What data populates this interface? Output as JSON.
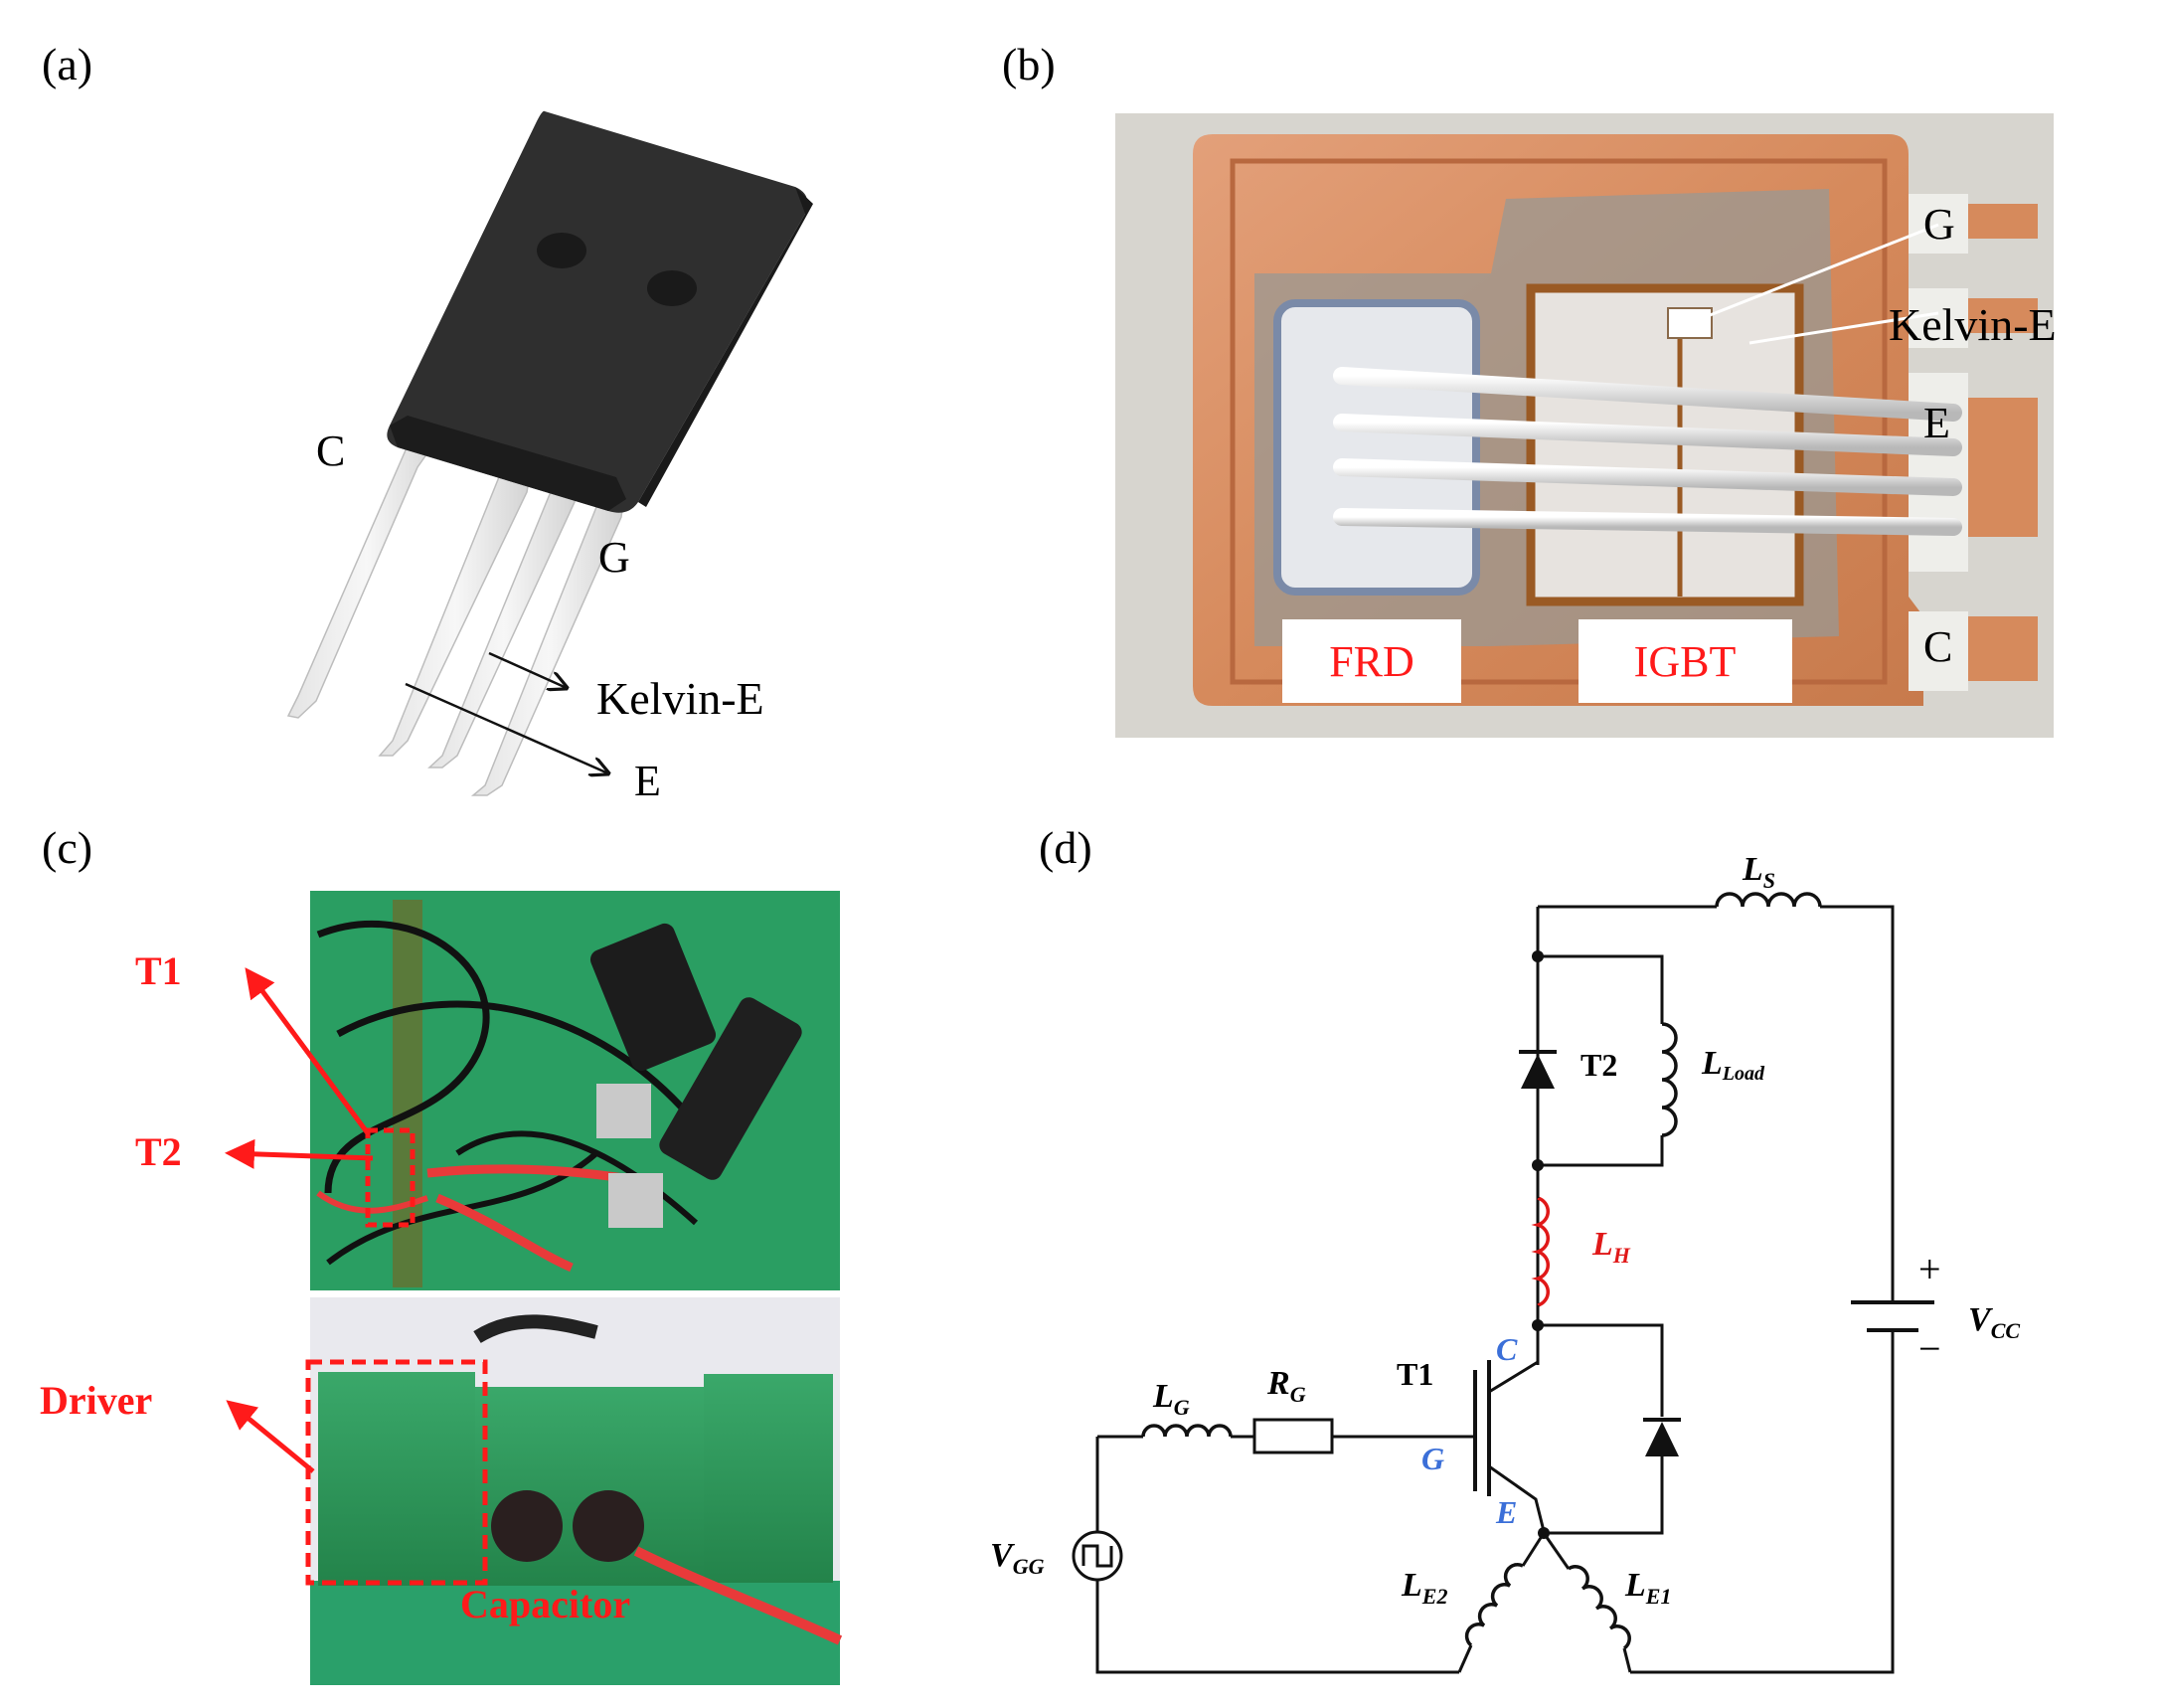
{
  "panels": {
    "a": {
      "label": "(a)",
      "pins": {
        "c": "C",
        "g": "G",
        "kelvin_e": "Kelvin-E",
        "e": "E"
      }
    },
    "b": {
      "label": "(b)",
      "pins": {
        "g": "G",
        "kelvin_e": "Kelvin-E",
        "e": "E",
        "c": "C"
      },
      "chips": {
        "frd": "FRD",
        "igbt": "IGBT"
      }
    },
    "c": {
      "label": "(c)",
      "callouts": {
        "t1": "T1",
        "t2": "T2",
        "driver": "Driver",
        "capacitor": "Capacitor"
      }
    },
    "d": {
      "label": "(d)",
      "components": {
        "ls": "L",
        "ls_sub": "S",
        "lload": "L",
        "lload_sub": "Load",
        "t2": "T2",
        "lh": "L",
        "lh_sub": "H",
        "t1": "T1",
        "lg": "L",
        "lg_sub": "G",
        "rg": "R",
        "rg_sub": "G",
        "vgg": "V",
        "vgg_sub": "GG",
        "le2": "L",
        "le2_sub": "E2",
        "le1": "L",
        "le1_sub": "E1",
        "vcc": "V",
        "vcc_sub": "CC",
        "plus": "+",
        "minus": "−",
        "pin_c": "C",
        "pin_g": "G",
        "pin_e": "E"
      }
    }
  },
  "colors": {
    "callout_red": "#ff1a1a",
    "pin_blue": "#3b6fd8",
    "copper": "#d98c5f",
    "pcb_green": "#2f9a5a"
  }
}
